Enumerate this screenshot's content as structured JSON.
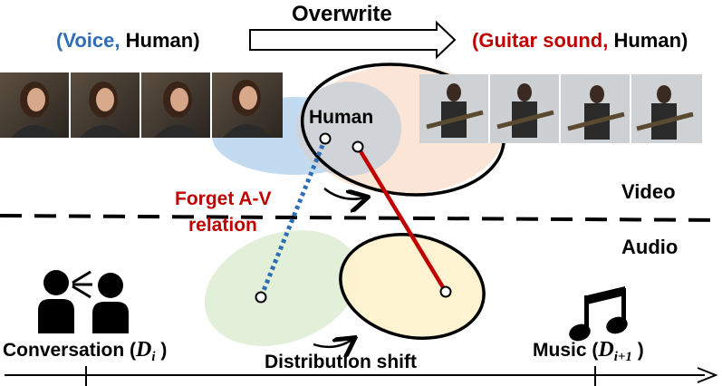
{
  "top": {
    "left_label_a": "(Voice",
    "left_label_comma": ",",
    "left_label_b": " Human)",
    "arrow_label": "Overwrite",
    "right_label_a": "(Guitar sound",
    "right_label_comma": ",",
    "right_label_b": " Human)"
  },
  "clusters": {
    "human_label": "Human"
  },
  "annotations": {
    "forget_line1": "Forget A-V",
    "forget_line2": "relation",
    "shift_label": "Distribution shift"
  },
  "modalities": {
    "video": "Video",
    "audio": "Audio"
  },
  "axis": {
    "left_name": "Conversation (",
    "left_math": "D",
    "left_sub": "i",
    "left_close": " )",
    "right_name": "Music (",
    "right_math": "D",
    "right_sub": "i+1",
    "right_close": " )"
  },
  "colors": {
    "voice_blue": "#2f6db5",
    "guitar_red": "#c00000",
    "blue_cluster": "#bdd7ee",
    "orange_cluster": "#fbe5d6",
    "green_cluster": "#e2efd9",
    "yellow_cluster": "#fff2cc",
    "gray_overlap": "#d0d3d8"
  },
  "icons": [
    "conversation-people-icon",
    "music-note-icon"
  ]
}
